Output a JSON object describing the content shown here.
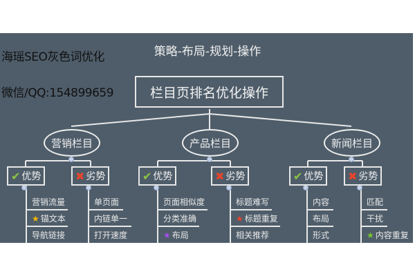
{
  "watermark": {
    "line1": "海瑶SEO灰色词优化",
    "line2": "微信/QQ:154899659"
  },
  "header": {
    "title": "策略-布局-规划-操作"
  },
  "root": {
    "label": "栏目页排名优化操作"
  },
  "colors": {
    "background": "#4f5d6a",
    "line": "#e8e8e8",
    "check": "#8cc63f",
    "cross": "#e8452c",
    "star_gold": "#f5b700",
    "star_purple": "#a64ff0",
    "star_red": "#e8452c",
    "star_green": "#7ac62a"
  },
  "branches": [
    {
      "label": "营销栏目",
      "pros": {
        "label": "优势",
        "icon": "check-icon",
        "items": [
          {
            "text": "营销流量",
            "icon": null
          },
          {
            "text": "锚文本",
            "icon": "star-gold-icon"
          },
          {
            "text": "导航链接",
            "icon": null
          }
        ]
      },
      "cons": {
        "label": "劣势",
        "icon": "cross-icon",
        "items": [
          {
            "text": "单页面",
            "icon": null
          },
          {
            "text": "内链单一",
            "icon": null
          },
          {
            "text": "打开速度",
            "icon": null
          }
        ]
      }
    },
    {
      "label": "产品栏目",
      "pros": {
        "label": "优势",
        "icon": "check-icon",
        "items": [
          {
            "text": "页面相似度",
            "icon": null
          },
          {
            "text": "分类准确",
            "icon": null
          },
          {
            "text": "布局",
            "icon": "star-purple-icon"
          }
        ]
      },
      "cons": {
        "label": "劣势",
        "icon": "cross-icon",
        "items": [
          {
            "text": "标题难写",
            "icon": null
          },
          {
            "text": "标题重复",
            "icon": "star-red-icon"
          },
          {
            "text": "相关推荐",
            "icon": null
          }
        ]
      }
    },
    {
      "label": "新闻栏目",
      "pros": {
        "label": "优势",
        "icon": "check-icon",
        "items": [
          {
            "text": "内容",
            "icon": null
          },
          {
            "text": "布局",
            "icon": null
          },
          {
            "text": "形式",
            "icon": null
          }
        ]
      },
      "cons": {
        "label": "劣势",
        "icon": "cross-icon",
        "items": [
          {
            "text": "匹配",
            "icon": null
          },
          {
            "text": "干扰",
            "icon": null
          },
          {
            "text": "内容重复",
            "icon": "star-green-icon"
          }
        ]
      }
    }
  ],
  "glyphs": {
    "check": "✔",
    "cross": "✖",
    "star": "★"
  }
}
